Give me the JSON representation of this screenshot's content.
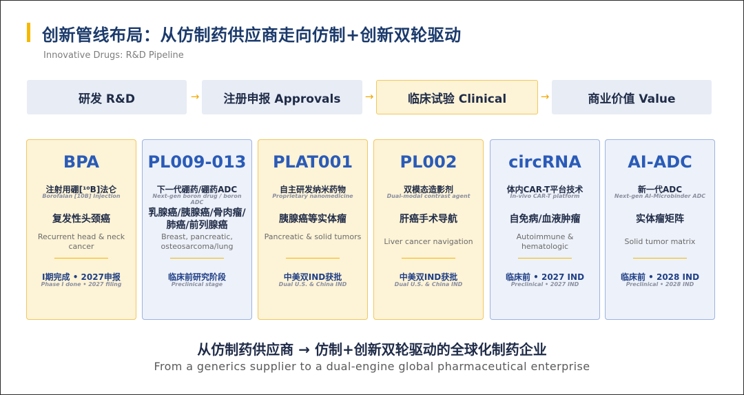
{
  "header": {
    "title": "创新管线布局：从仿制药供应商走向仿制+创新双轮驱动",
    "subtitle": "Innovative Drugs: R&D Pipeline"
  },
  "stages": [
    {
      "label": "研发 R&D"
    },
    {
      "label": "注册申报 Approvals"
    },
    {
      "label": "临床试验 Clinical"
    },
    {
      "label": "商业价值 Value"
    }
  ],
  "stage_arrow": "→",
  "cards": [
    {
      "name": "BPA",
      "cn1": "注射用硼[¹⁰B]法仑",
      "en1": "Borofalan [10B] Injection",
      "cn2": "复发性头颈癌",
      "en2": "Recurrent head & neck cancer",
      "status_cn": "I期完成 • 2027申报",
      "status_en": "Phase I done • 2027 filing"
    },
    {
      "name": "PL009-013",
      "cn1": "下一代硼药/硼药ADC",
      "en1": "Next-gen boron drug / boron ADC",
      "cn2": "乳腺癌/胰腺癌/骨肉瘤/肺癌/前列腺癌",
      "en2": "Breast, pancreatic, osteosarcoma/lung",
      "status_cn": "临床前研究阶段",
      "status_en": "Preclinical stage"
    },
    {
      "name": "PLAT001",
      "cn1": "自主研发纳米药物",
      "en1": "Proprietary nanomedicine",
      "cn2": "胰腺癌等实体瘤",
      "en2": "Pancreatic & solid tumors",
      "status_cn": "中美双IND获批",
      "status_en": "Dual U.S. & China IND"
    },
    {
      "name": "PL002",
      "cn1": "双模态造影剂",
      "en1": "Dual-modal contrast agent",
      "cn2": "肝癌手术导航",
      "en2": "Liver cancer navigation",
      "status_cn": "中美双IND获批",
      "status_en": "Dual U.S. & China IND"
    },
    {
      "name": "circRNA",
      "cn1": "体内CAR-T平台技术",
      "en1": "In-vivo CAR-T platform",
      "cn2": "自免病/血液肿瘤",
      "en2": "Autoimmune & hematologic",
      "status_cn": "临床前 • 2027 IND",
      "status_en": "Preclinical • 2027 IND"
    },
    {
      "name": "AI-ADC",
      "cn1": "新一代ADC",
      "en1": "Next-gen AI-Microbinder ADC",
      "cn2": "实体瘤矩阵",
      "en2": "Solid tumor matrix",
      "status_cn": "临床前 • 2028 IND",
      "status_en": "Preclinical • 2028 IND"
    }
  ],
  "footer": {
    "cn": "从仿制药供应商 → 仿制+创新双轮驱动的全球化制药企业",
    "en": "From a generics supplier to a dual-engine global pharmaceutical enterprise"
  },
  "colors": {
    "accent": "#f5b800",
    "title": "#1b3a6b",
    "card_gold_bg": "#fdf3d6",
    "card_blue_bg": "#edf1f9",
    "stage_bg": "#e7ecf5",
    "name_blue": "#2a5bb8"
  }
}
